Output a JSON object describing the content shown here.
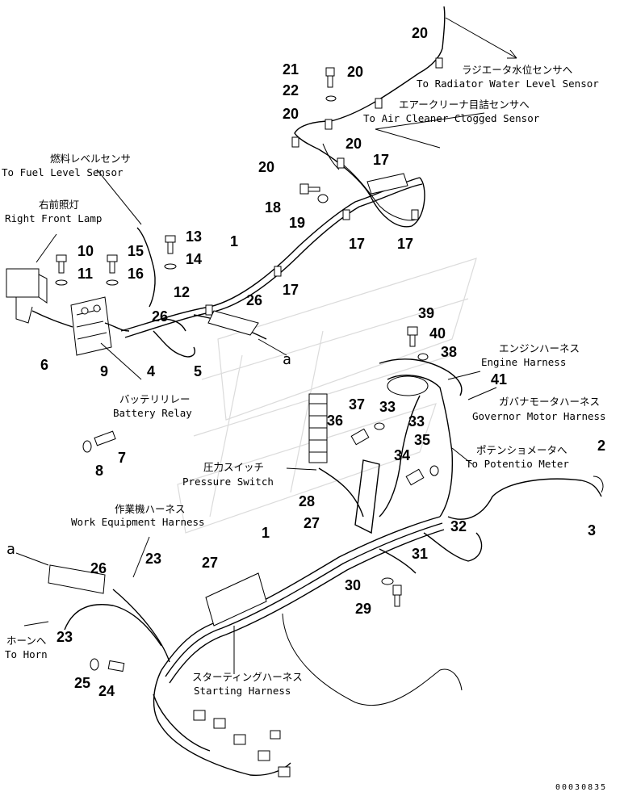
{
  "callouts": [
    {
      "id": "c20a",
      "text": "20"
    },
    {
      "id": "c21",
      "text": "21"
    },
    {
      "id": "c20b",
      "text": "20"
    },
    {
      "id": "c22",
      "text": "22"
    },
    {
      "id": "c20c",
      "text": "20"
    },
    {
      "id": "c20d",
      "text": "20"
    },
    {
      "id": "c20e",
      "text": "20"
    },
    {
      "id": "c17a",
      "text": "17"
    },
    {
      "id": "c18",
      "text": "18"
    },
    {
      "id": "c19",
      "text": "19"
    },
    {
      "id": "c17b",
      "text": "17"
    },
    {
      "id": "c17c",
      "text": "17"
    },
    {
      "id": "c13",
      "text": "13"
    },
    {
      "id": "c14",
      "text": "14"
    },
    {
      "id": "c1a",
      "text": "1"
    },
    {
      "id": "c10",
      "text": "10"
    },
    {
      "id": "c15",
      "text": "15"
    },
    {
      "id": "c11",
      "text": "11"
    },
    {
      "id": "c16",
      "text": "16"
    },
    {
      "id": "c17d",
      "text": "17"
    },
    {
      "id": "c12",
      "text": "12"
    },
    {
      "id": "c26a",
      "text": "26"
    },
    {
      "id": "c26b",
      "text": "26"
    },
    {
      "id": "c6",
      "text": "6"
    },
    {
      "id": "c9",
      "text": "9"
    },
    {
      "id": "c4",
      "text": "4"
    },
    {
      "id": "c5",
      "text": "5"
    },
    {
      "id": "c39",
      "text": "39"
    },
    {
      "id": "c40",
      "text": "40"
    },
    {
      "id": "c38",
      "text": "38"
    },
    {
      "id": "c41",
      "text": "41"
    },
    {
      "id": "c37",
      "text": "37"
    },
    {
      "id": "c33a",
      "text": "33"
    },
    {
      "id": "c36",
      "text": "36"
    },
    {
      "id": "c33b",
      "text": "33"
    },
    {
      "id": "c35",
      "text": "35"
    },
    {
      "id": "c8",
      "text": "8"
    },
    {
      "id": "c7",
      "text": "7"
    },
    {
      "id": "c34",
      "text": "34"
    },
    {
      "id": "c2",
      "text": "2"
    },
    {
      "id": "c3",
      "text": "3"
    },
    {
      "id": "c28",
      "text": "28"
    },
    {
      "id": "c1b",
      "text": "1"
    },
    {
      "id": "c27a",
      "text": "27"
    },
    {
      "id": "c32",
      "text": "32"
    },
    {
      "id": "c31",
      "text": "31"
    },
    {
      "id": "c23a",
      "text": "23"
    },
    {
      "id": "c26c",
      "text": "26"
    },
    {
      "id": "c27b",
      "text": "27"
    },
    {
      "id": "c30",
      "text": "30"
    },
    {
      "id": "c29",
      "text": "29"
    },
    {
      "id": "c23b",
      "text": "23"
    },
    {
      "id": "c25",
      "text": "25"
    },
    {
      "id": "c24",
      "text": "24"
    }
  ],
  "labels": {
    "radiator_jp": "ラジエータ水位センサへ",
    "radiator_en": "To Radiator Water Level Sensor",
    "aircleaner_jp": "エアークリーナ目詰センサへ",
    "aircleaner_en": "To Air Cleaner Clogged Sensor",
    "fuel_jp": "燃料レベルセンサ",
    "fuel_en": "To Fuel Level Sensor",
    "lamp_jp": "右前照灯",
    "lamp_en": "Right Front Lamp",
    "battery_jp": "バッテリリレー",
    "battery_en": "Battery Relay",
    "engine_jp": "エンジンハーネス",
    "engine_en": "Engine Harness",
    "governor_jp": "ガバナモータハーネス",
    "governor_en": "Governor Motor Harness",
    "potentio_jp": "ポテンショメータへ",
    "potentio_en": "To Potentio Meter",
    "pressure_jp": "圧力スイッチ",
    "pressure_en": "Pressure Switch",
    "workequip_jp": "作業機ハーネス",
    "workequip_en": "Work Equipment Harness",
    "horn_jp": "ホーンへ",
    "horn_en": "To Horn",
    "starting_jp": "スターティングハーネス",
    "starting_en": "Starting Harness",
    "ref_a1": "a",
    "ref_a2": "a",
    "drawing_no": "00030835"
  }
}
